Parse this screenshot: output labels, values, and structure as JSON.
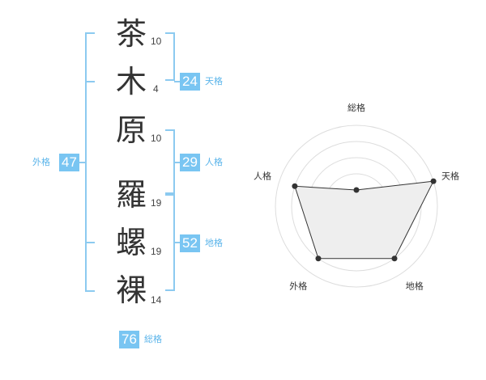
{
  "characters": [
    {
      "char": "茶",
      "strokes": "10"
    },
    {
      "char": "木",
      "strokes": "4"
    },
    {
      "char": "原",
      "strokes": "10"
    },
    {
      "char": "羅",
      "strokes": "19"
    },
    {
      "char": "螺",
      "strokes": "19"
    },
    {
      "char": "裸",
      "strokes": "14"
    }
  ],
  "groups": {
    "tenkaku": {
      "value": "24",
      "label": "天格"
    },
    "jinkaku": {
      "value": "29",
      "label": "人格"
    },
    "chikaku": {
      "value": "52",
      "label": "地格"
    },
    "gaikaku": {
      "value": "47",
      "label": "外格"
    },
    "soukaku": {
      "value": "76",
      "label": "総格"
    }
  },
  "colors": {
    "accent": "#79c5f2",
    "bracket": "#8ccaf0",
    "radar_fill": "#eeeeee"
  },
  "chart_data": {
    "type": "radar",
    "axes": [
      "総格",
      "天格",
      "地格",
      "外格",
      "人格"
    ],
    "values": [
      1,
      5,
      4,
      4,
      4
    ],
    "max": 5,
    "rings": 5
  }
}
